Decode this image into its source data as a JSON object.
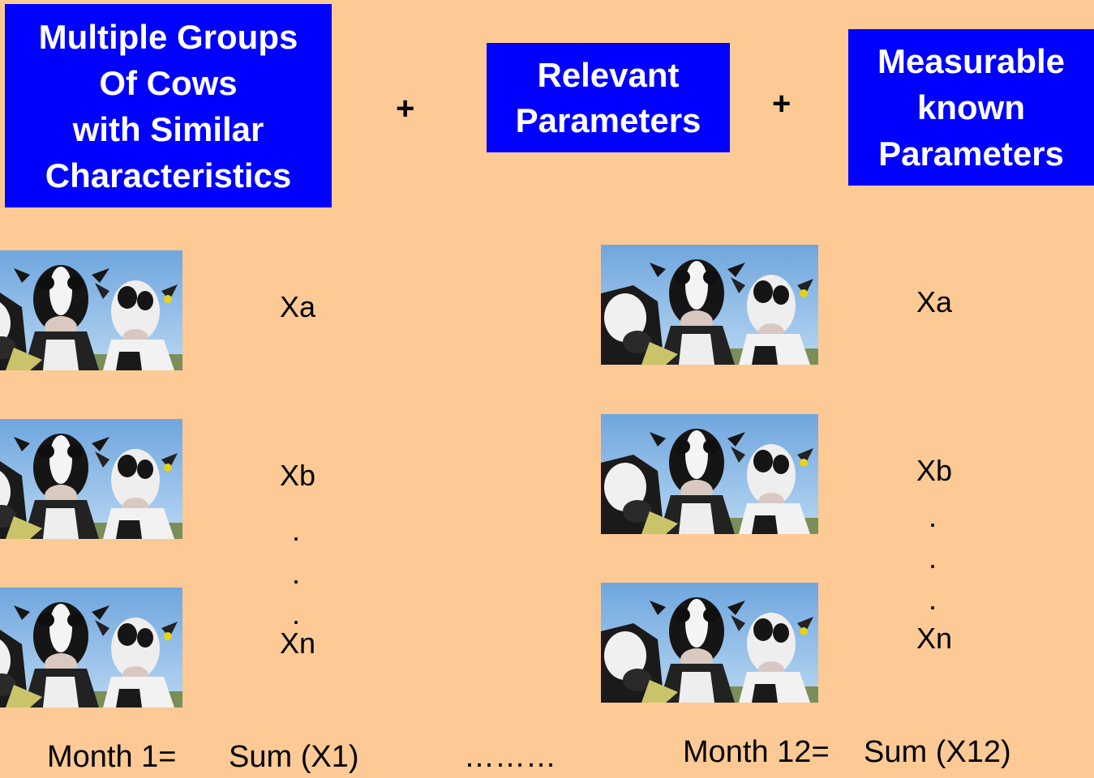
{
  "header": {
    "box1": "Multiple Groups\nOf Cows\nwith Similar\nCharacteristics",
    "plus1": "+",
    "box2": "Relevant\nParameters",
    "plus2": "+",
    "box3": "Measurable\nknown\nParameters"
  },
  "left_group": {
    "labels": [
      "Xa",
      "Xb",
      "Xn"
    ],
    "dots": [
      ".",
      ".",
      "."
    ]
  },
  "right_group": {
    "labels": [
      "Xa",
      "Xb",
      "Xn"
    ],
    "dots": [
      ".",
      ".",
      "."
    ]
  },
  "footer": {
    "month1": "Month 1=",
    "sum1": "Sum (X1)",
    "ellipsis": "………",
    "month12": "Month 12=",
    "sum12": "Sum (X12)"
  },
  "images": {
    "cow_photo": "cows-photo"
  },
  "colors": {
    "background": "#FDC995",
    "box": "#0000FF",
    "box_text": "#FFFFFF"
  }
}
